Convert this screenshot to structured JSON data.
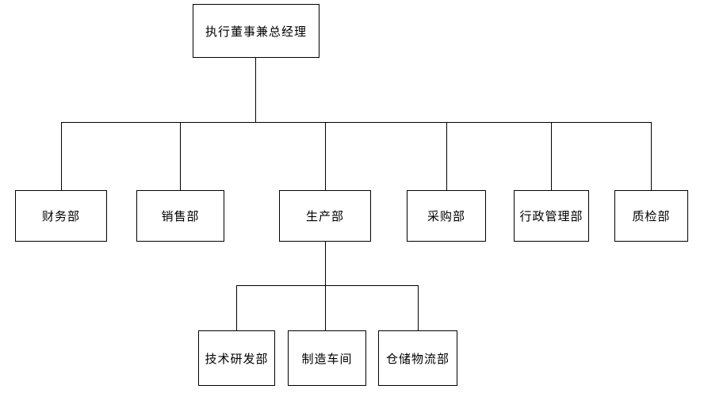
{
  "colors": {
    "background": "#ffffff",
    "node_border": "#000000",
    "node_fill": "#ffffff",
    "connector": "#000000",
    "text": "#000000"
  },
  "org_chart": {
    "type": "org-chart",
    "levels": 3,
    "nodes": {
      "root": {
        "label": "执行董事兼总经理",
        "level": 0,
        "parent": null
      },
      "finance": {
        "label": "财务部",
        "level": 1,
        "parent": "root"
      },
      "sales": {
        "label": "销售部",
        "level": 1,
        "parent": "root"
      },
      "production": {
        "label": "生产部",
        "level": 1,
        "parent": "root"
      },
      "procurement": {
        "label": "采购部",
        "level": 1,
        "parent": "root"
      },
      "admin": {
        "label": "行政管理部",
        "level": 1,
        "parent": "root"
      },
      "qc": {
        "label": "质检部",
        "level": 1,
        "parent": "root"
      },
      "rnd": {
        "label": "技术研发部",
        "level": 2,
        "parent": "production"
      },
      "workshop": {
        "label": "制造车间",
        "level": 2,
        "parent": "production"
      },
      "logistics": {
        "label": "仓储物流部",
        "level": 2,
        "parent": "production"
      }
    },
    "edges": [
      {
        "from": "root",
        "to": "finance"
      },
      {
        "from": "root",
        "to": "sales"
      },
      {
        "from": "root",
        "to": "production"
      },
      {
        "from": "root",
        "to": "procurement"
      },
      {
        "from": "root",
        "to": "admin"
      },
      {
        "from": "root",
        "to": "qc"
      },
      {
        "from": "production",
        "to": "rnd"
      },
      {
        "from": "production",
        "to": "workshop"
      },
      {
        "from": "production",
        "to": "logistics"
      }
    ]
  }
}
